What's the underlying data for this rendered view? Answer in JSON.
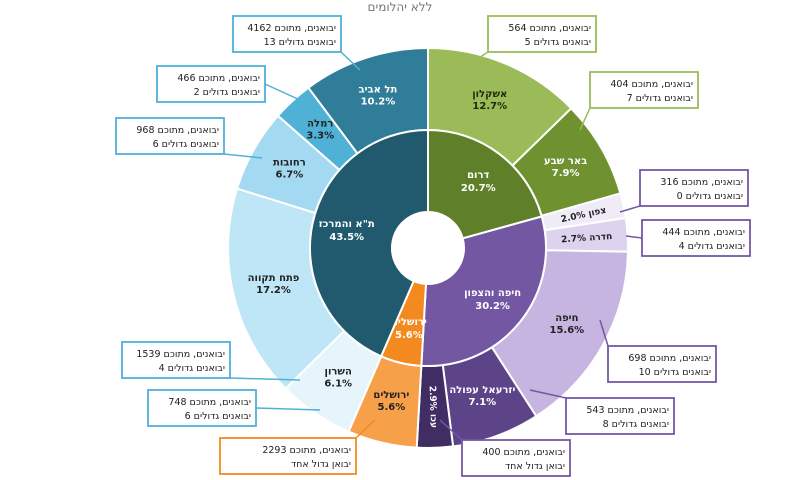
{
  "chart_data": {
    "type": "sunburst",
    "title": "ללא יהלומים",
    "colors": {
      "south": "#5f7f28",
      "south_light": "#9bbb59",
      "tlv": "#215a6e",
      "tlv_light": "#a6d8f0",
      "tlv_mid": "#4fb1d6",
      "north": "#7457a3",
      "north_light": "#c5b5e0",
      "jer": "#f28a1f",
      "white": "#ffffff"
    },
    "inner": [
      {
        "name": "דרום",
        "value": 20.7,
        "label": "20.7%",
        "color": "#5f7f28"
      },
      {
        "name": "חיפה והצפון",
        "value": 30.2,
        "label": "30.2%",
        "color": "#7457a3"
      },
      {
        "name": "ירושלים",
        "value": 5.6,
        "label": "5.6%",
        "color": "#f28a1f"
      },
      {
        "name": "ת\"א והמרכז",
        "value": 43.5,
        "label": "43.5%",
        "color": "#215a6e"
      }
    ],
    "outer": [
      {
        "name": "אשקלון",
        "value": 12.7,
        "label": "אשקלון, 12.7%",
        "color": "#9bbb59",
        "text_color": "#1f2a0c"
      },
      {
        "name": "באר שבע",
        "value": 7.9,
        "label": "באר שבע 7.9%",
        "color": "#6f9130",
        "text_color": "#ffffff"
      },
      {
        "name": "צפון",
        "value": 2.0,
        "label": "צפון 2.0%",
        "color": "#f0ecf7",
        "text_color": "#222222"
      },
      {
        "name": "חדרה",
        "value": 2.7,
        "label": "חדרה 2.7%",
        "color": "#ddd3ee",
        "text_color": "#222222"
      },
      {
        "name": "חיפה",
        "value": 15.6,
        "label": "חיפה, 15.6%",
        "color": "#c5b5e0",
        "text_color": "#222222"
      },
      {
        "name": "יזרעאל עפולה",
        "value": 7.1,
        "label": "יזרעאל עפולה 7.1%",
        "color": "#5d4489",
        "text_color": "#ffffff"
      },
      {
        "name": "עכו",
        "value": 2.9,
        "label": "עכו 2.9%",
        "color": "#3f2d63",
        "text_color": "#ffffff"
      },
      {
        "name": "ירושלים",
        "value": 5.6,
        "label": "ירושלים 5.6%",
        "color": "#f7a04a",
        "text_color": "#222222"
      },
      {
        "name": "השרון",
        "value": 6.1,
        "label": "השרון, 6.1%",
        "color": "#e6f5fc",
        "text_color": "#222222"
      },
      {
        "name": "פתח תקווה",
        "value": 17.2,
        "label": "פתח תקווה, 17.2%",
        "color": "#bfe6f7",
        "text_color": "#222222"
      },
      {
        "name": "רחובות",
        "value": 6.7,
        "label": "רחובות, 6.7%",
        "color": "#a3d9f1",
        "text_color": "#222222"
      },
      {
        "name": "רמלה",
        "value": 3.3,
        "label": "רמלה 3.3%",
        "color": "#4fb1d6",
        "text_color": "#222222"
      },
      {
        "name": "תל אביב",
        "value": 10.2,
        "label": "תל אביב 10.2%",
        "color": "#2f7d99",
        "text_color": "#ffffff"
      }
    ],
    "callouts": [
      {
        "region": "תל אביב",
        "line1": "4162 יבואנים, מתוכם",
        "line2": "13 יבואנים גדולים",
        "color": "#4fb1d6"
      },
      {
        "region": "רמלה",
        "line1": "466 יבואנים, מתוכם",
        "line2": "2 יבואנים גדולים",
        "color": "#4fb1d6"
      },
      {
        "region": "רחובות",
        "line1": "968 יבואנים, מתוכם",
        "line2": "6 יבואנים גדולים",
        "color": "#4fb1d6"
      },
      {
        "region": "השרון",
        "line1": "1539 יבואנים, מתוכם",
        "line2": "4 יבואנים גדולים",
        "color": "#4fb1d6"
      },
      {
        "region": "פתח תקווה",
        "line1": "748 יבואנים, מתוכם",
        "line2": "6 יבואנים גדולים",
        "color": "#4fb1d6"
      },
      {
        "region": "ירושלים",
        "line1": "2293 יבואנים, מתוכם",
        "line2": "יבואן גדול אחד",
        "color": "#f28a1f"
      },
      {
        "region": "אשקלון",
        "line1": "564 יבואנים, מתוכם",
        "line2": "5 יבואנים גדולים",
        "color": "#9bbb59"
      },
      {
        "region": "באר שבע",
        "line1": "404 יבואנים, מתוכם",
        "line2": "7 יבואנים גדולים",
        "color": "#9bbb59"
      },
      {
        "region": "צפון",
        "line1": "316 יבואנים, מתוכם",
        "line2": "0 יבואנים גדולים",
        "color": "#7457a3"
      },
      {
        "region": "חדרה",
        "line1": "444 יבואנים, מתוכם",
        "line2": "4 יבואנים גדולים",
        "color": "#7457a3"
      },
      {
        "region": "חיפה",
        "line1": "698 יבואנים, מתוכם",
        "line2": "10 יבואנים גדולים",
        "color": "#7457a3"
      },
      {
        "region": "יזרעאל עפולה",
        "line1": "543 יבואנים, מתוכם",
        "line2": "8 יבואנים גדולים",
        "color": "#7457a3"
      },
      {
        "region": "עכו",
        "line1": "400 יבואנים, מתוכם",
        "line2": "יבואן גדול אחד",
        "color": "#7457a3"
      }
    ]
  }
}
